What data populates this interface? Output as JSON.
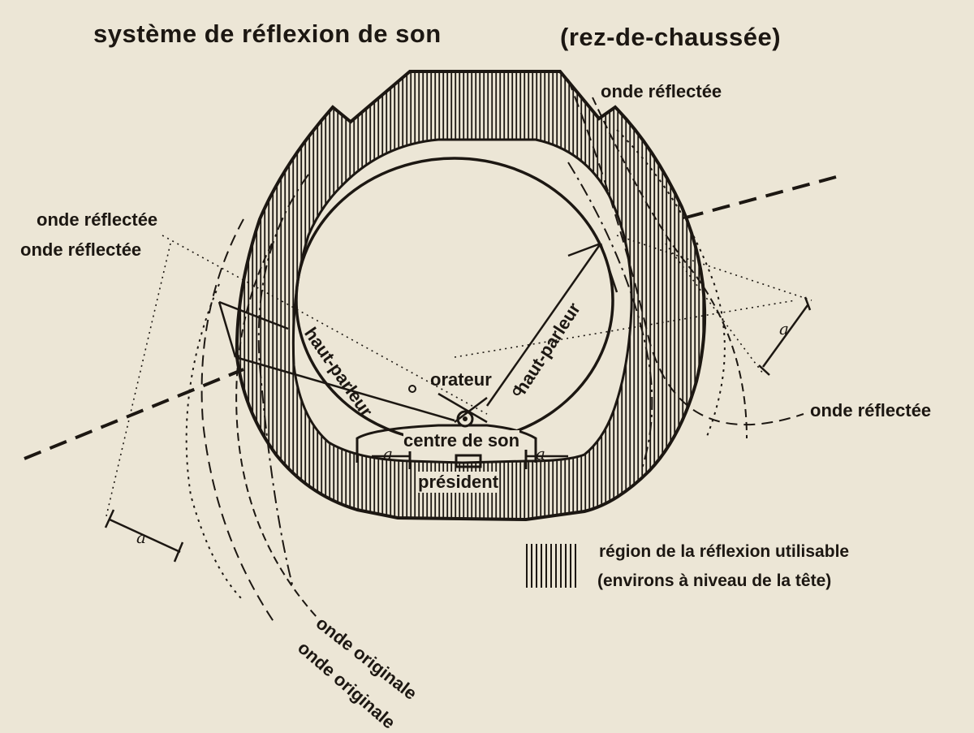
{
  "title": "système de réflexion de son",
  "title_suffix": "(rez-de-chaussée)",
  "labels": {
    "reflected_top_right": "onde réflectée",
    "reflected_left_1": "onde réflectée",
    "reflected_left_2": "onde réflectée",
    "reflected_right": "onde réflectée",
    "speaker_left": "haut-parleur",
    "speaker_right": "haut-parleur",
    "speaker": "orateur",
    "sound_center": "centre de son",
    "president": "président",
    "original_1": "onde originale",
    "original_2": "onde originale",
    "dim_a": "a"
  },
  "legend": {
    "line1": "région de la réflexion utilisable",
    "line2": "(environs à niveau de la tête)"
  },
  "colors": {
    "paper": "#ece6d6",
    "ink": "#1c1712"
  }
}
